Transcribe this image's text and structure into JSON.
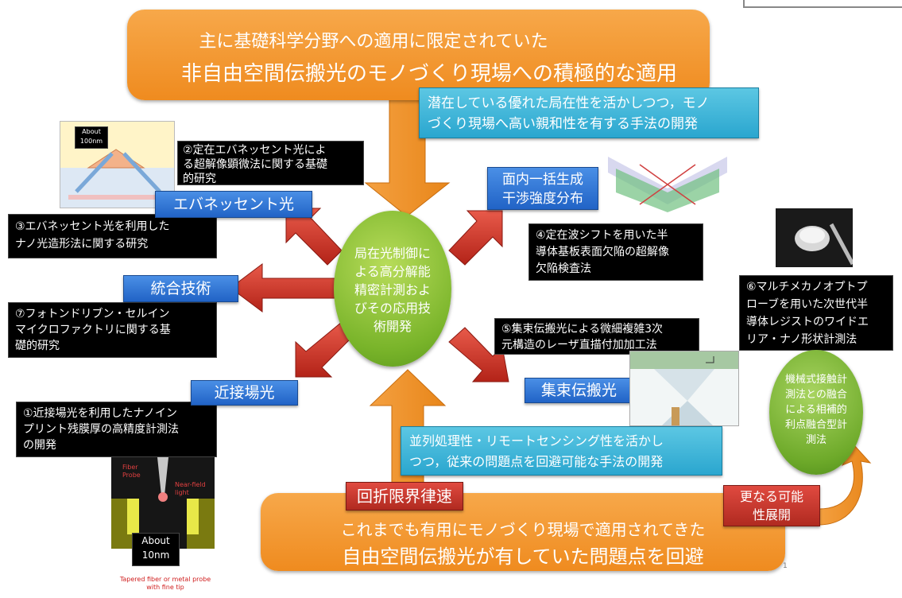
{
  "top_banner": {
    "line1": "主に基礎科学分野への適用に限定されていた",
    "line2": "非自由空間伝搬光のモノづくり現場への積極的な適用"
  },
  "top_cyan": "潜在している優れた局在性を活かしつつ，モノ\nづくり現場へ高い親和性を有する手法の開発",
  "center_circle": "局在光制御に\nよる高分解能\n精密計測およ\nびその応用技\n術開発",
  "labels": {
    "evanescent": "エバネッセント光",
    "integration": "統合技術",
    "near_field": "近接場光",
    "in_plane": "面内一括生成\n干渉強度分布",
    "focused": "集束伝搬光"
  },
  "boxes": {
    "b2": "②定在エバネッセント光によ\nる超解像顕微法に関する基礎\n的研究",
    "b3": "③エバネッセント光を利用した\nナノ光造形法に関する研究",
    "b7": "⑦フォトンドリブン・セルイン\nマイクロファクトリに関する基\n礎的研究",
    "b1": "①近接場光を利用したナノイン\nプリント残膜厚の高精度計測法\nの開発",
    "b4": "④定在波シフトを用いた半\n導体基板表面欠陥の超解像\n欠陥検査法",
    "b5": "⑤集束伝搬光による微細複雑3次\n元構造のレーザ直描付加加工法",
    "b6": "⑥マルチメカノオプトプ\nローブを用いた次世代半\n導体レジストのワイドエ\nリア・ナノ形状計測法"
  },
  "bottom_cyan": "並列処理性・リモートセンシング性を活かし\nつつ，従来の問題点を回避可能な手法の開発",
  "red_limit": "回折限界律速",
  "red_more": "更なる可能\n性展開",
  "bottom_banner": {
    "line1": "これまでも有用にモノづくり現場で適用されてきた",
    "line2": "自由空間伝搬光が有していた問題点を回避"
  },
  "green_small": "機械式接触計\n測法との融合\nによる相補的\n利点融合型計\n測法",
  "probe_figure": {
    "fiber_label": "Fiber\nProbe",
    "near_field_label": "Near-field\nlight",
    "about_label": "About\n10nm",
    "caption": "Tapered fiber or metal probe\nwith fine tip"
  },
  "evanescent_figure": {
    "about_label": "About\n100nm"
  },
  "page_number": "1"
}
